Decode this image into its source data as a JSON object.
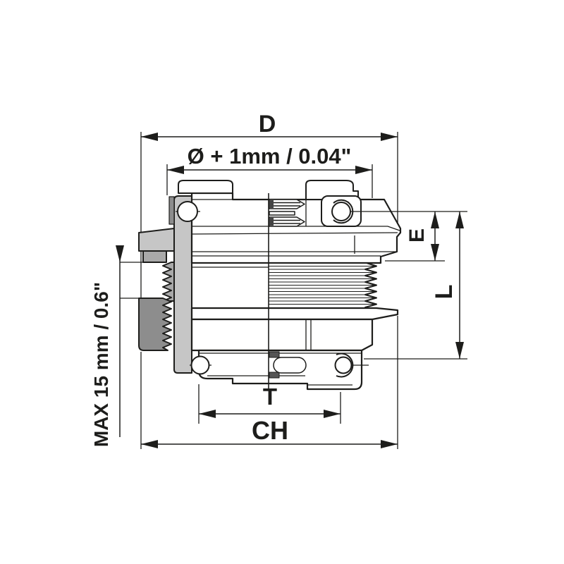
{
  "drawing": {
    "type": "technical-drawing",
    "subject": "cable-gland cross-section with dimension callouts",
    "labels": {
      "d": "D",
      "diameter": "Ø + 1mm / 0.04\"",
      "e": "E",
      "l": "L",
      "t": "T",
      "ch": "CH",
      "max": "MAX 15 mm / 0.6\""
    },
    "colors": {
      "line": "#1d1d1b",
      "light_gray": "#c6c6c6",
      "mid_gray": "#a9a9a9",
      "dark_gray": "#8d8d8d",
      "background": "#ffffff"
    }
  }
}
